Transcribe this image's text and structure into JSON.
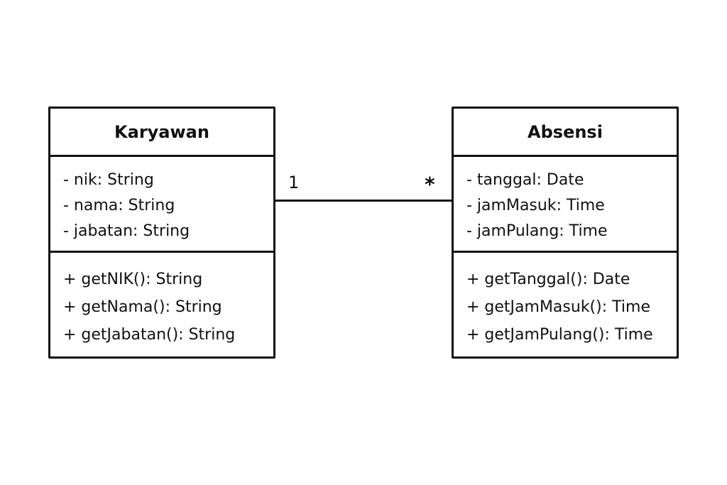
{
  "diagram": {
    "classes": [
      {
        "name": "Karyawan",
        "attributes": [
          "- nik: String",
          "- nama: String",
          "- jabatan: String"
        ],
        "methods": [
          "+ getNIK(): String",
          "+ getNama(): String",
          "+ getJabatan(): String"
        ]
      },
      {
        "name": "Absensi",
        "attributes": [
          "- tanggal: Date",
          "- jamMasuk: Time",
          "- jamPulang: Time"
        ],
        "methods": [
          "+ getTanggal(): Date",
          "+ getJamMasuk(): Time",
          "+ getJamPulang(): Time"
        ]
      }
    ],
    "association": {
      "source_multiplicity": "1",
      "target_multiplicity": "*"
    }
  }
}
